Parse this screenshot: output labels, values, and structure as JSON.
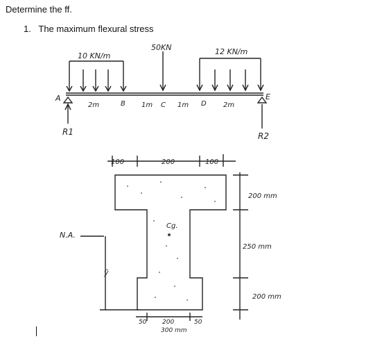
{
  "document": {
    "title": "Determine the ff.",
    "items": [
      {
        "number": "1.",
        "text": "The maximum flexural stress"
      }
    ]
  },
  "sketch": {
    "beam": {
      "load_left": "10 KN/m",
      "load_point": "50KN",
      "load_right": "12 KN/m",
      "point_a": "A",
      "point_b": "B",
      "point_c": "C",
      "point_d": "D",
      "point_e": "E",
      "span_ab": "2m",
      "span_bc": "1m",
      "span_cd": "1m",
      "span_de": "2m",
      "reaction_left": "R1",
      "reaction_right": "R2"
    },
    "section": {
      "dim_top_left": "100",
      "dim_top_mid": "200",
      "dim_top_right": "100",
      "flange_height": "200 mm",
      "web_height": "250 mm",
      "bottom_height": "200 mm",
      "dim_bottom_left": "50",
      "dim_bottom_mid": "200",
      "dim_bottom_right": "50",
      "bottom_width": "300 mm",
      "cg_label": "Cg.",
      "na_label": "N.A.",
      "ybar_label": "ȳ"
    }
  }
}
